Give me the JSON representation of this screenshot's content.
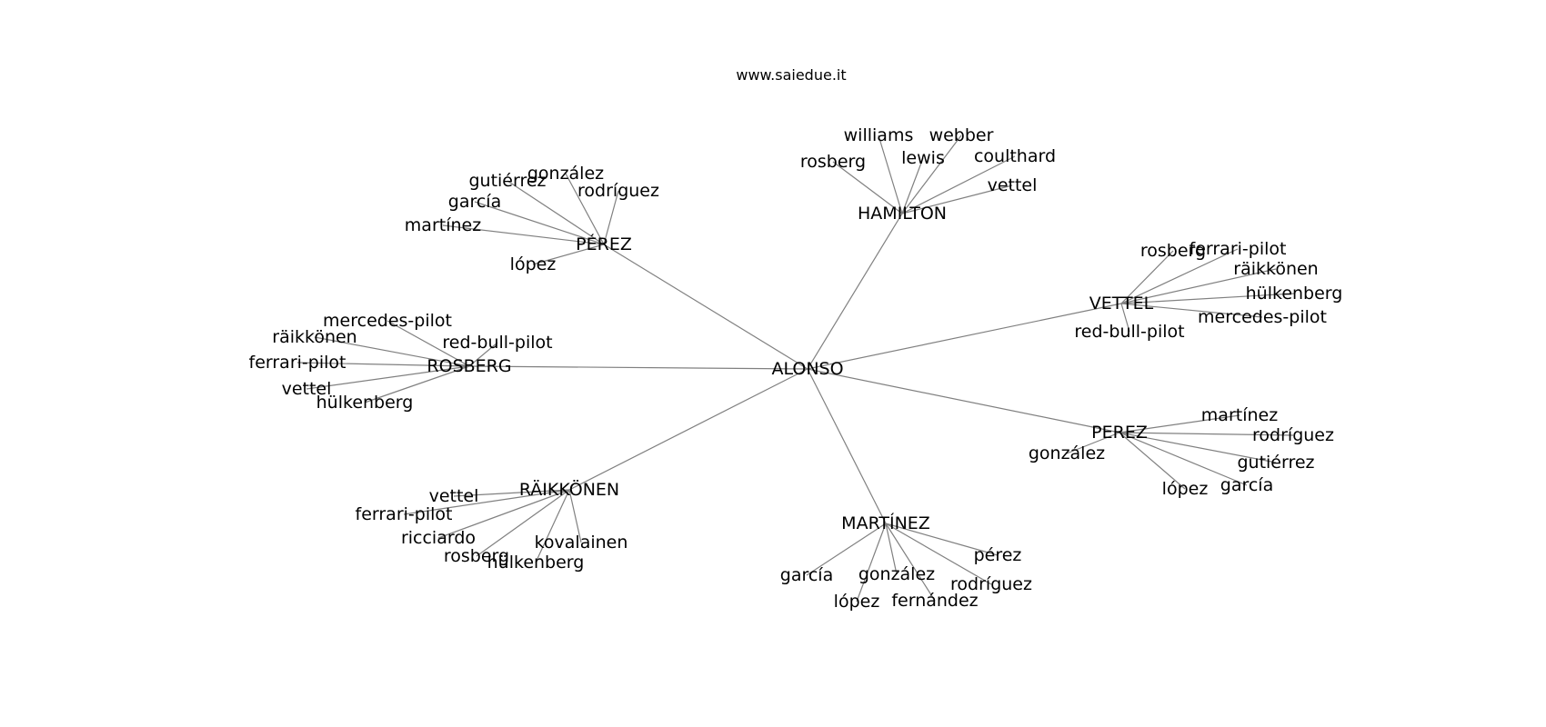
{
  "watermark": "www.saiedue.it",
  "graph": {
    "center": "ALONSO",
    "groups": [
      {
        "hub": "HAMILTON",
        "leaves": [
          "williams",
          "webber",
          "rosberg",
          "lewis",
          "coulthard",
          "vettel"
        ]
      },
      {
        "hub": "PÉREZ",
        "leaves": [
          "gonzález",
          "gutiérrez",
          "rodríguez",
          "garcía",
          "martínez",
          "lópez"
        ]
      },
      {
        "hub": "VETTEL",
        "leaves": [
          "rosberg",
          "ferrari-pilot",
          "räikkönen",
          "hülkenberg",
          "mercedes-pilot",
          "red-bull-pilot"
        ]
      },
      {
        "hub": "ROSBERG",
        "leaves": [
          "mercedes-pilot",
          "räikkönen",
          "red-bull-pilot",
          "ferrari-pilot",
          "vettel",
          "hülkenberg"
        ]
      },
      {
        "hub": "PEREZ",
        "leaves": [
          "martínez",
          "rodríguez",
          "gonzález",
          "gutiérrez",
          "lópez",
          "garcía"
        ]
      },
      {
        "hub": "RÄIKKÖNEN",
        "leaves": [
          "vettel",
          "ferrari-pilot",
          "ricciardo",
          "kovalainen",
          "rosberg",
          "hülkenberg"
        ]
      },
      {
        "hub": "MARTÍNEZ",
        "leaves": [
          "pérez",
          "garcía",
          "gonzález",
          "rodríguez",
          "lópez",
          "fernández"
        ]
      }
    ]
  }
}
